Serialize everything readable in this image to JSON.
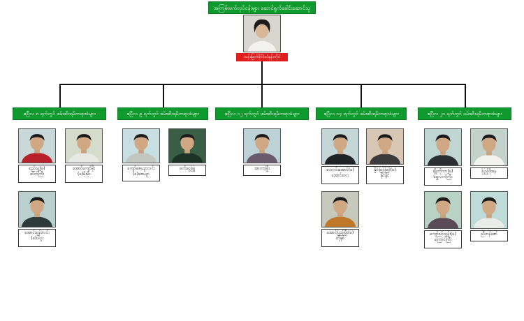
{
  "top": {
    "title": "အကြမ်းဖက်လုပ်ငန်းများ ဆောင်ရွက်ခေါင်းဆောင်သူ",
    "leader_caption": "သန်းမြတ်ခိုင်(ခ)နန်းကိုင်"
  },
  "groups": [
    {
      "title": "ဧပြီလ ၈ ရက်တွင် ဖမ်းဆီးရမိတရားခံများ",
      "people": [
        {
          "name": "စည်သူ(ခ)",
          "name2": "ဆိတ်ကြီး",
          "bg": "#c9d8d8",
          "shirt": "#b8202a"
        },
        {
          "name": "အောင်ကျော်မိုး",
          "name2": "(ခ)မိုးမိုး",
          "bg": "#d6dccc",
          "shirt": "#e8e8e4"
        },
        {
          "name": "အောင်ထွန်းလင်း",
          "name2": "(ခ)ပါပူး",
          "bg": "#b9d0cf",
          "shirt": "#2c3a3a"
        }
      ]
    },
    {
      "title": "ဧပြီလ ၉ ရက်တွင် ဖမ်းဆီးရမိတရားခံများ",
      "people": [
        {
          "name": "ကျော်ဇေယျာလင်း",
          "name2": "(ခ)ဇေယျာ",
          "bg": "#c7dfe2",
          "shirt": "#c2c7c0"
        },
        {
          "name": "ဖတ်ငွေဖြူ",
          "name2": "",
          "bg": "#3a5e45",
          "shirt": "#1c3325"
        }
      ]
    },
    {
      "title": "ဧပြီလ ၁၂ ရက်တွင် ဖမ်းဆီးရမိတရားခံများ",
      "people": [
        {
          "name": "အာကာဖြိုး",
          "name2": "",
          "bg": "#bcd2d6",
          "shirt": "#6a5a6e"
        }
      ]
    },
    {
      "title": "ဧပြီလ ၁၄ ရက်တွင် ဖမ်းဆီးရမိတရားခံများ",
      "people": [
        {
          "name": "ဝေလင်းအောင်(ခ)",
          "name2": "အောင်လေး",
          "bg": "#c4d6d8",
          "shirt": "#1e2426"
        },
        {
          "name": "နှိုင်းမြင့်မြင့်(ခ)",
          "name2": "နိုင်နိုင်",
          "bg": "#d8c7b4",
          "shirt": "#3b3b3b"
        },
        {
          "name": "အောင်ပြည့်ဖြိုး(ခ)",
          "name2": "တိုနှစ်",
          "bg": "#c7c9bd",
          "shirt": "#c0782a"
        }
      ]
    },
    {
      "title": "ဧပြီလ ၂၀ ရက်တွင် ဖမ်းဆီးရမိတရားခံများ",
      "people": [
        {
          "name": "ချိုးဘိုကာ(ခ)",
          "name2": "ရွှေလက်ကြီး",
          "bg": "#bfd6d2",
          "shirt": "#2a2f33"
        },
        {
          "name": "ပြည့်ဖိုးနေ",
          "name2": "",
          "bg": "#c4d2cc",
          "shirt": "#f2f2ee"
        },
        {
          "name": "ကျော်စင်ထွန်း(ခ)",
          "name2": "ကြောင်ကြီး",
          "bg": "#b8d2c6",
          "shirt": "#5a4a56"
        },
        {
          "name": "ညီဟန်ဇော်",
          "name2": "",
          "bg": "#c0dcd8",
          "shirt": "#e9ece8"
        }
      ]
    }
  ]
}
